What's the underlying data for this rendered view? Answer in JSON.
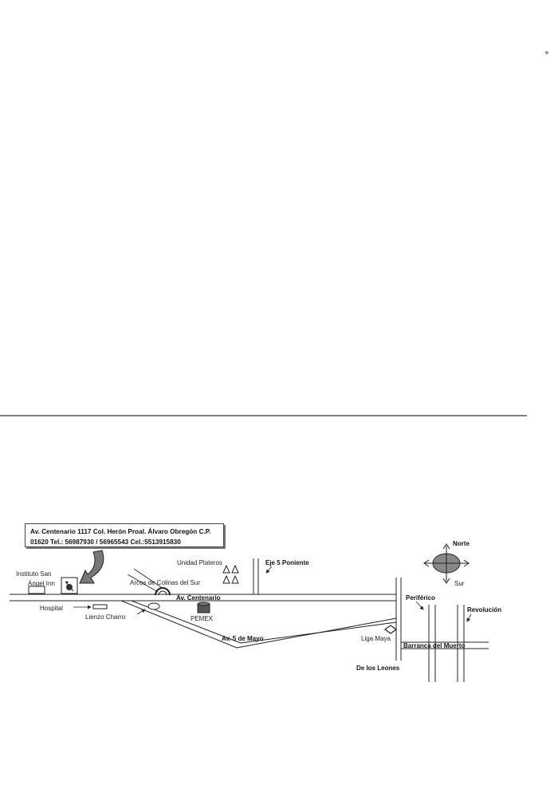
{
  "address": {
    "line1": "Av. Centenario 1117 Col. Herón Proal. Álvaro Obregón C.P.",
    "line2": "01620 Tel.: 56987930 / 56965543  Cel.:5513915830"
  },
  "compass": {
    "north": "Norte",
    "south": "Sur",
    "color": "#888888"
  },
  "landmarks": {
    "instituto_line1": "Instituto San",
    "instituto_line2": "Ángel Inn",
    "hospital": "Hospital",
    "lienzo_charro": "Lienzo Charro",
    "arcos": "Arcos de Colinas del Sur",
    "unidad_plateros": "Unidad Plateros",
    "pemex": "PEMEX",
    "liga_maya": "Liga Maya"
  },
  "streets": {
    "av_centenario": "Av. Centenario",
    "av_5_de_mayo": "Av. 5 de Mayo",
    "eje_5_poniente": "Eje 5 Poniente",
    "periferico": "Periférico",
    "revolucion": "Revolución",
    "barranca_del_muerto": "Barranca del Muerto",
    "de_los_leones": "De los Leones"
  },
  "icons": {
    "location_marker": "building-marker-icon",
    "pointer_arrow": "curved-arrow-icon",
    "compass": "compass-rose-icon"
  }
}
